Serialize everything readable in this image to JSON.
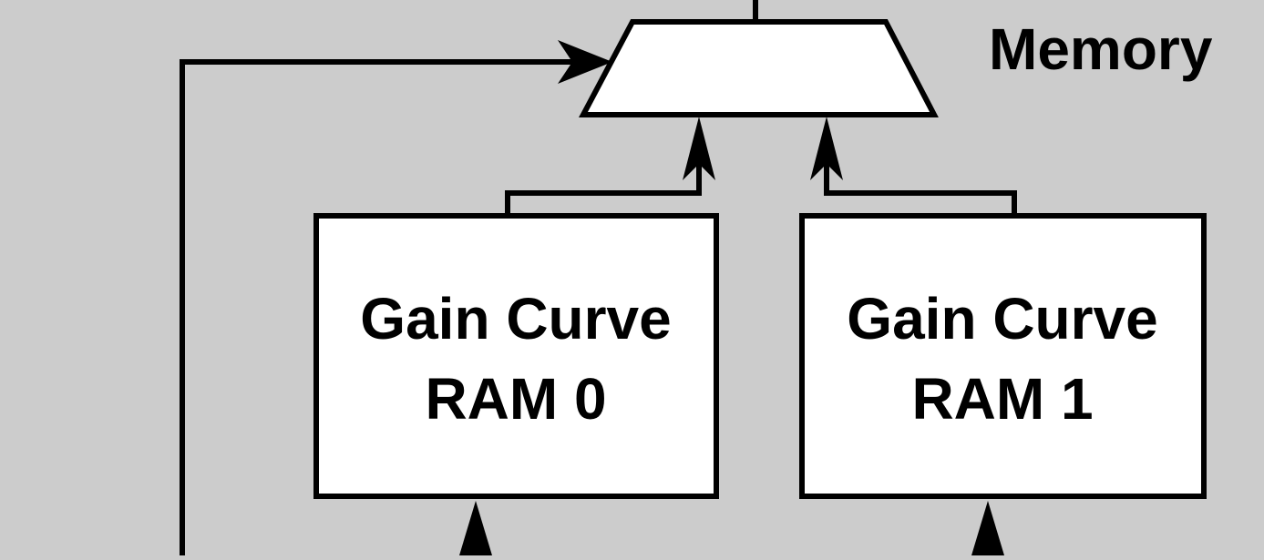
{
  "section_label": "Memory",
  "ram0": {
    "line1": "Gain Curve",
    "line2": "RAM 0"
  },
  "ram1": {
    "line1": "Gain Curve",
    "line2": "RAM 1"
  },
  "colors": {
    "background": "#cccccc",
    "stroke": "#000000",
    "fill": "#ffffff"
  }
}
